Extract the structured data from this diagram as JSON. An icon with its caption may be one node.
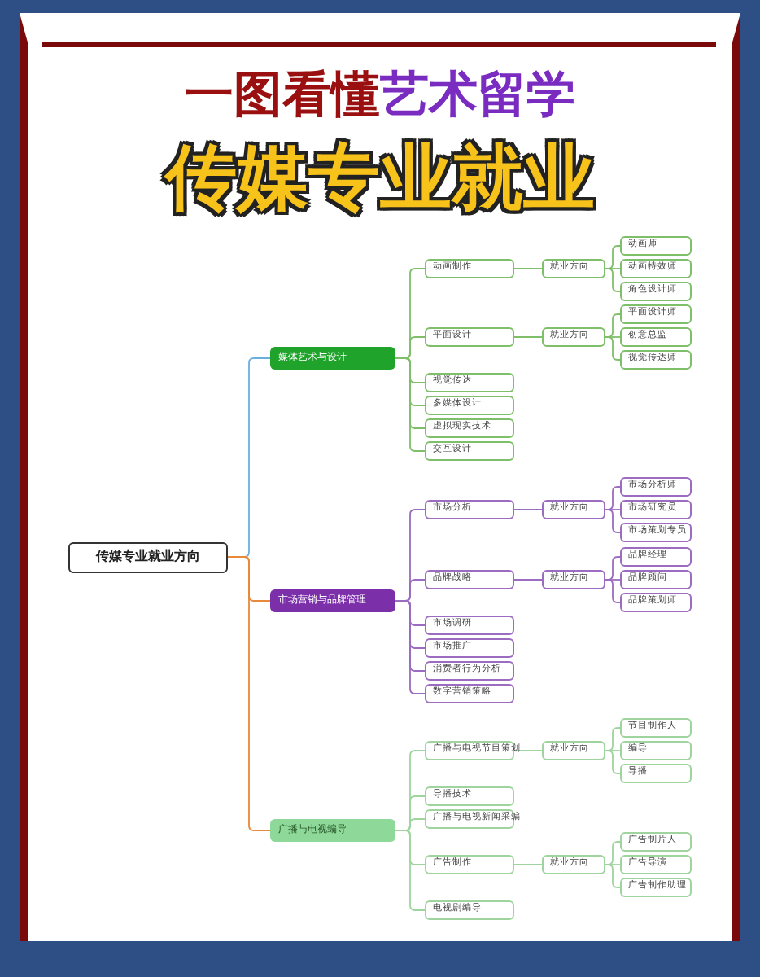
{
  "diagram": {
    "title": "一图看懂艺术留学",
    "nodes": [
      {
        "text": [
          "传媒专业就业方向"
        ]
      },
      {
        "text": [
          "媒体艺术与设计"
        ]
      },
      {
        "text": [
          "动画制作"
        ]
      },
      {
        "text": [
          "就业方向"
        ]
      },
      {
        "text": [
          "动画师"
        ]
      },
      {
        "text": [
          "动画特效师"
        ]
      },
      {
        "text": [
          "角色设计师"
        ]
      },
      {
        "text": [
          "平面设计"
        ]
      },
      {
        "text": [
          "就业方向"
        ]
      },
      {
        "text": [
          "平面设计师"
        ]
      },
      {
        "text": [
          "创意总监"
        ]
      },
      {
        "text": [
          "视觉传达师"
        ]
      },
      {
        "text": [
          "视觉传达"
        ]
      },
      {
        "text": [
          "多媒体设计"
        ]
      },
      {
        "text": [
          "虚拟现实技术"
        ]
      },
      {
        "text": [
          "交互设计"
        ]
      },
      {
        "text": [
          "市场营销与品牌管理"
        ]
      },
      {
        "text": [
          "市场分析"
        ]
      },
      {
        "text": [
          "就业方向"
        ]
      },
      {
        "text": [
          "市场分析师"
        ]
      },
      {
        "text": [
          "市场研究员"
        ]
      },
      {
        "text": [
          "市场策划专员"
        ]
      },
      {
        "text": [
          "品牌战略"
        ]
      },
      {
        "text": [
          "就业方向"
        ]
      },
      {
        "text": [
          "品牌经理"
        ]
      },
      {
        "text": [
          "品牌顾问"
        ]
      },
      {
        "text": [
          "品牌策划师"
        ]
      },
      {
        "text": [
          "市场调研"
        ]
      },
      {
        "text": [
          "市场推广"
        ]
      },
      {
        "text": [
          "消费者行为分析"
        ]
      },
      {
        "text": [
          "数字营销策略"
        ]
      },
      {
        "text": [
          "广播与电视编导"
        ]
      },
      {
        "text": [
          "广播与电视节目策划"
        ]
      },
      {
        "text": [
          "就业方向"
        ]
      },
      {
        "text": [
          "节目制作人"
        ]
      },
      {
        "text": [
          "编导"
        ]
      },
      {
        "text": [
          "导播"
        ]
      },
      {
        "text": [
          "导播技术"
        ]
      },
      {
        "text": [
          "广播与电视新闻采编"
        ]
      },
      {
        "text": [
          "广告制作"
        ]
      },
      {
        "text": [
          "就业方向"
        ]
      },
      {
        "text": [
          "广告制片人"
        ]
      },
      {
        "text": [
          "广告导演"
        ]
      },
      {
        "text": [
          "广告制作助理"
        ]
      },
      {
        "text": [
          "电视剧编导"
        ]
      }
    ],
    "edges": [
      {
        "from": 0,
        "to": 1,
        "arrow": "none",
        "color": "#6aaee0"
      },
      {
        "from": 0,
        "to": 16,
        "arrow": "none",
        "color": "#e8883a"
      },
      {
        "from": 0,
        "to": 31,
        "arrow": "none",
        "color": "#e8883a"
      },
      {
        "from": 1,
        "to": 2,
        "arrow": "none",
        "color": "#7fbf6a"
      },
      {
        "from": 1,
        "to": 7,
        "arrow": "none",
        "color": "#7fbf6a"
      },
      {
        "from": 1,
        "to": 12,
        "arrow": "none",
        "color": "#7fbf6a"
      },
      {
        "from": 1,
        "to": 13,
        "arrow": "none",
        "color": "#7fbf6a"
      },
      {
        "from": 1,
        "to": 14,
        "arrow": "none",
        "color": "#7fbf6a"
      },
      {
        "from": 1,
        "to": 15,
        "arrow": "none",
        "color": "#7fbf6a"
      },
      {
        "from": 2,
        "to": 3,
        "arrow": "none",
        "color": "#7fbf6a"
      },
      {
        "from": 3,
        "to": 4,
        "arrow": "none",
        "color": "#7fbf6a"
      },
      {
        "from": 3,
        "to": 5,
        "arrow": "none",
        "color": "#7fbf6a"
      },
      {
        "from": 3,
        "to": 6,
        "arrow": "none",
        "color": "#7fbf6a"
      },
      {
        "from": 7,
        "to": 8,
        "arrow": "none",
        "color": "#7fbf6a"
      },
      {
        "from": 8,
        "to": 9,
        "arrow": "none",
        "color": "#7fbf6a"
      },
      {
        "from": 8,
        "to": 10,
        "arrow": "none",
        "color": "#7fbf6a"
      },
      {
        "from": 8,
        "to": 11,
        "arrow": "none",
        "color": "#7fbf6a"
      },
      {
        "from": 16,
        "to": 17,
        "arrow": "none",
        "color": "#9b6cc0"
      },
      {
        "from": 16,
        "to": 22,
        "arrow": "none",
        "color": "#9b6cc0"
      },
      {
        "from": 16,
        "to": 27,
        "arrow": "none",
        "color": "#9b6cc0"
      },
      {
        "from": 16,
        "to": 28,
        "arrow": "none",
        "color": "#9b6cc0"
      },
      {
        "from": 16,
        "to": 29,
        "arrow": "none",
        "color": "#9b6cc0"
      },
      {
        "from": 16,
        "to": 30,
        "arrow": "none",
        "color": "#9b6cc0"
      },
      {
        "from": 17,
        "to": 18,
        "arrow": "none",
        "color": "#9b6cc0"
      },
      {
        "from": 18,
        "to": 19,
        "arrow": "none",
        "color": "#9b6cc0"
      },
      {
        "from": 18,
        "to": 20,
        "arrow": "none",
        "color": "#9b6cc0"
      },
      {
        "from": 18,
        "to": 21,
        "arrow": "none",
        "color": "#9b6cc0"
      },
      {
        "from": 22,
        "to": 23,
        "arrow": "none",
        "color": "#9b6cc0"
      },
      {
        "from": 23,
        "to": 24,
        "arrow": "none",
        "color": "#9b6cc0"
      },
      {
        "from": 23,
        "to": 25,
        "arrow": "none",
        "color": "#9b6cc0"
      },
      {
        "from": 23,
        "to": 26,
        "arrow": "none",
        "color": "#9b6cc0"
      },
      {
        "from": 31,
        "to": 32,
        "arrow": "none",
        "color": "#9fd49f"
      },
      {
        "from": 31,
        "to": 37,
        "arrow": "none",
        "color": "#9fd49f"
      },
      {
        "from": 31,
        "to": 38,
        "arrow": "none",
        "color": "#9fd49f"
      },
      {
        "from": 31,
        "to": 39,
        "arrow": "none",
        "color": "#9fd49f"
      },
      {
        "from": 31,
        "to": 44,
        "arrow": "none",
        "color": "#9fd49f"
      },
      {
        "from": 32,
        "to": 33,
        "arrow": "none",
        "color": "#9fd49f"
      },
      {
        "from": 33,
        "to": 34,
        "arrow": "none",
        "color": "#9fd49f"
      },
      {
        "from": 33,
        "to": 35,
        "arrow": "none",
        "color": "#9fd49f"
      },
      {
        "from": 33,
        "to": 36,
        "arrow": "none",
        "color": "#9fd49f"
      },
      {
        "from": 39,
        "to": 40,
        "arrow": "none",
        "color": "#9fd49f"
      },
      {
        "from": 40,
        "to": 41,
        "arrow": "none",
        "color": "#9fd49f"
      },
      {
        "from": 40,
        "to": 42,
        "arrow": "none",
        "color": "#9fd49f"
      },
      {
        "from": 40,
        "to": 43,
        "arrow": "none",
        "color": "#9fd49f"
      }
    ],
    "labels": [
      "传媒专业就业"
    ]
  }
}
